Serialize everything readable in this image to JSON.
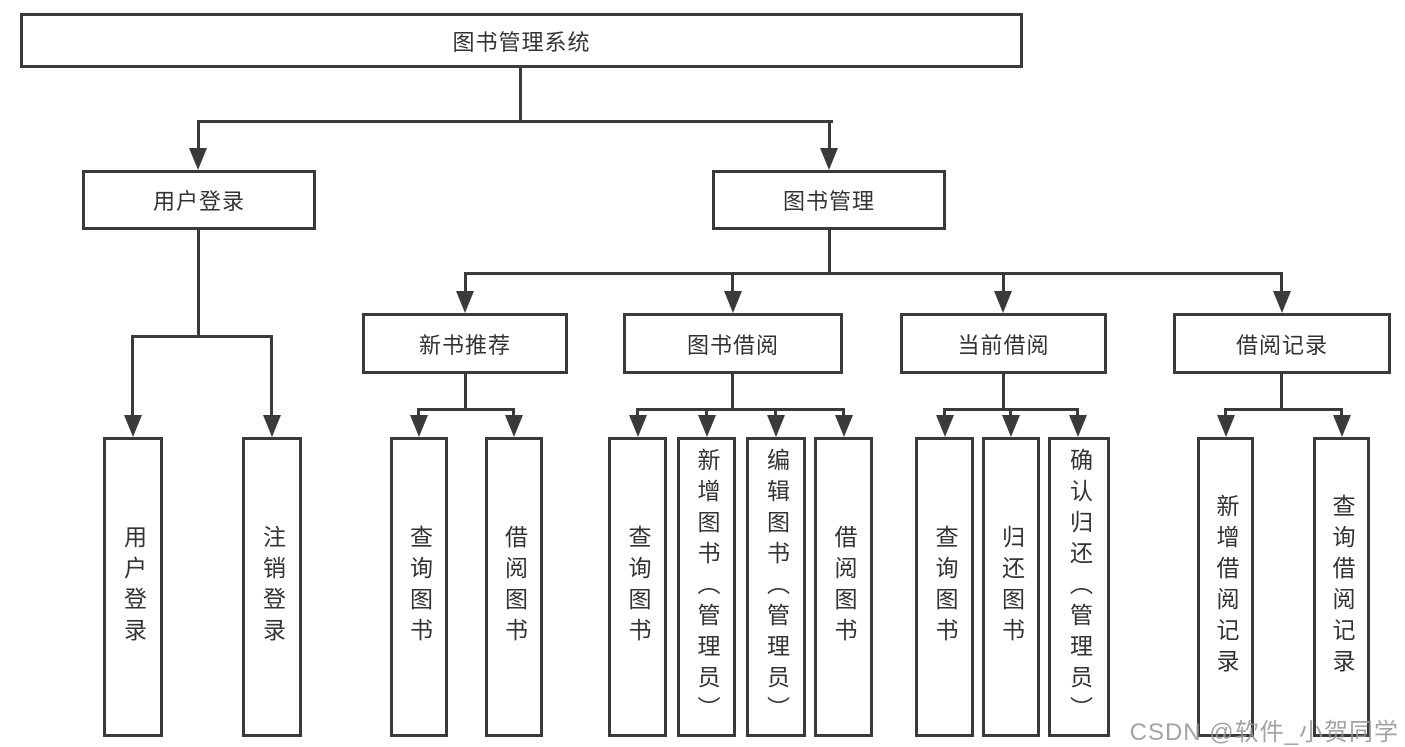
{
  "title": "图书管理系统",
  "level2": {
    "userLogin": "用户登录",
    "bookMgmt": "图书管理"
  },
  "level3": {
    "newBook": "新书推荐",
    "bookBorrow": "图书借阅",
    "currentBorrow": "当前借阅",
    "borrowRecord": "借阅记录"
  },
  "leaves": {
    "userLogin1": "用户登录",
    "userLogin2": "注销登录",
    "newBook1": "查询图书",
    "newBook2": "借阅图书",
    "bookBorrow1": "查询图书",
    "bookBorrow2": "新增图书（管理员）",
    "bookBorrow3": "编辑图书（管理员）",
    "bookBorrow4": "借阅图书",
    "currentBorrow1": "查询图书",
    "currentBorrow2": "归还图书",
    "currentBorrow3": "确认归还（管理员）",
    "borrowRecord1": "新增借阅记录",
    "borrowRecord2": "查询借阅记录"
  },
  "watermark": "CSDN @软件_小贺同学",
  "colors": {
    "line": "#3a3a3a",
    "text": "#333333",
    "watermark": "#969696"
  }
}
